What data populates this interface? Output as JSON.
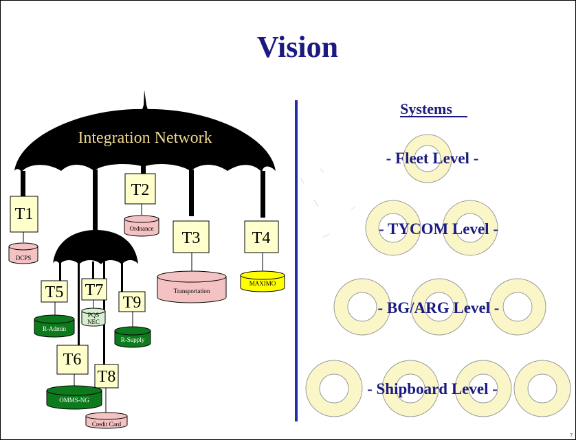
{
  "slide": {
    "title": "Vision",
    "page_number": "7"
  },
  "umbrella": {
    "network_label": "Integration Network"
  },
  "terminals": {
    "t1": "T1",
    "t2": "T2",
    "t3": "T3",
    "t4": "T4",
    "t5": "T5",
    "t6": "T6",
    "t7": "T7",
    "t8": "T8",
    "t9": "T9"
  },
  "databases": {
    "dcps": "DCPS",
    "ordnance": "Ordnance",
    "transportation": "Transportation",
    "maximo": "MAXIMO",
    "r_admin": "R-Admin",
    "pqs_nec_line1": "PQS",
    "pqs_nec_line2": "NEC",
    "r_supply": "R-Supply",
    "omms_ng": "OMMS-NG",
    "credit_card": "Credit Card"
  },
  "systems": {
    "heading": "Systems",
    "fleet": "-  Fleet Level  -",
    "tycom": "-  TYCOM Level  -",
    "bg_arg": "-  BG/ARG Level  -",
    "shipboard": "-  Shipboard Level  -"
  },
  "colors": {
    "navy": "#1a1a80",
    "divider": "#1e2fa8",
    "ring_fill": "#fbf6c8",
    "terminal_fill": "#ffffcc",
    "db_pink": "#f4c2c2",
    "db_green": "#0e7a1e",
    "db_yellow": "#ffff00",
    "db_lightgreen": "#d8f0d0"
  }
}
